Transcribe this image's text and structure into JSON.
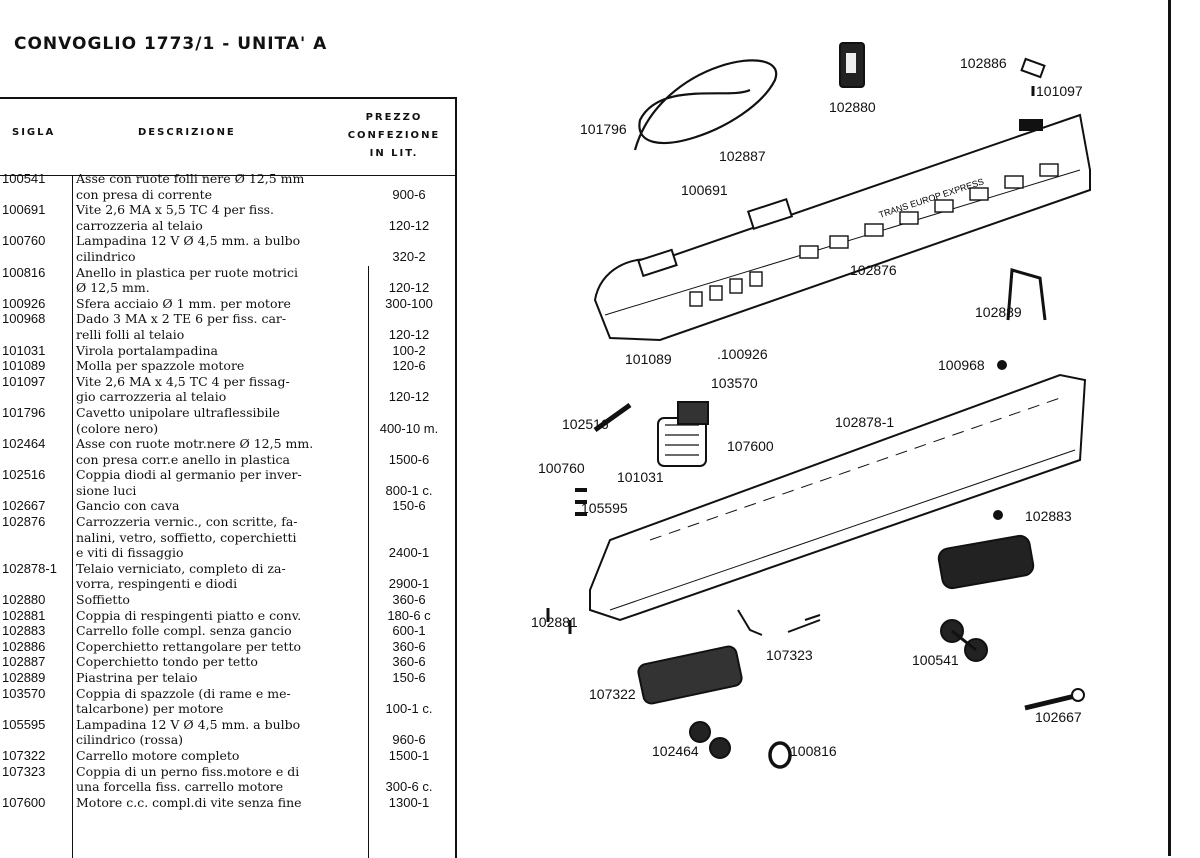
{
  "title": "CONVOGLIO 1773/1 - UNITA' A",
  "table": {
    "headers": {
      "sigla": "SIGLA",
      "descrizione": "DESCRIZIONE",
      "prezzo": "PREZZO\nCONFEZIONE\nIN LIT."
    },
    "rows": [
      {
        "code": "100541",
        "desc": "Asse con ruote folli nere Ø 12,5 mm\ncon presa di corrente",
        "price": "900-6"
      },
      {
        "code": "100691",
        "desc": "Vite 2,6 MA x 5,5 TC 4 per fiss.\ncarrozzeria al telaio",
        "price": "120-12"
      },
      {
        "code": "100760",
        "desc": "Lampadina 12 V Ø 4,5 mm. a bulbo\ncilindrico",
        "price": "320-2"
      },
      {
        "code": "100816",
        "desc": "Anello in plastica per ruote motrici\nØ 12,5 mm.",
        "price": "120-12"
      },
      {
        "code": "100926",
        "desc": "Sfera acciaio Ø 1 mm. per motore",
        "price": "300-100"
      },
      {
        "code": "100968",
        "desc": "Dado 3 MA x 2 TE 6 per fiss. car-\nrelli folli al telaio",
        "price": "120-12"
      },
      {
        "code": "101031",
        "desc": "Virola portalampadina",
        "price": "100-2"
      },
      {
        "code": "101089",
        "desc": "Molla per spazzole motore",
        "price": "120-6"
      },
      {
        "code": "101097",
        "desc": "Vite 2,6 MA x 4,5 TC 4 per fissag-\ngio carrozzeria al telaio",
        "price": "120-12"
      },
      {
        "code": "101796",
        "desc": "Cavetto unipolare ultraflessibile\n(colore nero)",
        "price": "400-10 m."
      },
      {
        "code": "102464",
        "desc": "Asse con ruote motr.nere Ø 12,5 mm.\ncon presa corr.e anello in plastica",
        "price": "1500-6"
      },
      {
        "code": "102516",
        "desc": "Coppia diodi al germanio per inver-\nsione luci",
        "price": "800-1 c."
      },
      {
        "code": "102667",
        "desc": "Gancio con cava",
        "price": "150-6"
      },
      {
        "code": "102876",
        "desc": "Carrozzeria vernic., con scritte, fa-\nnalini, vetro, soffietto, coperchietti\ne viti di fissaggio",
        "price": "2400-1"
      },
      {
        "code": "102878-1",
        "desc": "Telaio verniciato, completo di za-\nvorra, respingenti e diodi",
        "price": "2900-1"
      },
      {
        "code": "102880",
        "desc": "Soffietto",
        "price": "360-6"
      },
      {
        "code": "102881",
        "desc": "Coppia di respingenti piatto e conv.",
        "price": "180-6 c"
      },
      {
        "code": "102883",
        "desc": "Carrello folle compl. senza gancio",
        "price": "600-1"
      },
      {
        "code": "102886",
        "desc": "Coperchietto rettangolare per tetto",
        "price": "360-6"
      },
      {
        "code": "102887",
        "desc": "Coperchietto tondo per tetto",
        "price": "360-6"
      },
      {
        "code": "102889",
        "desc": "Piastrina per telaio",
        "price": "150-6"
      },
      {
        "code": "103570",
        "desc": "Coppia di spazzole (di rame e me-\ntalcarbone) per motore",
        "price": "100-1 c."
      },
      {
        "code": "105595",
        "desc": "Lampadina 12 V Ø 4,5 mm. a bulbo\ncilindrico (rossa)",
        "price": "960-6"
      },
      {
        "code": "107322",
        "desc": "Carrello motore completo",
        "price": "1500-1"
      },
      {
        "code": "107323",
        "desc": "Coppia di un perno fiss.motore e di\nuna forcella fiss. carrello motore",
        "price": "300-6 c."
      },
      {
        "code": "107600",
        "desc": "Motore c.c. compl.di vite senza fine",
        "price": "1300-1"
      }
    ]
  },
  "diagram": {
    "train_text": "TRANS EUROP EXPRESS",
    "callouts": [
      {
        "id": "c101796",
        "text": "101796"
      },
      {
        "id": "c102880",
        "text": "102880"
      },
      {
        "id": "c102886",
        "text": "102886"
      },
      {
        "id": "c101097",
        "text": "101097"
      },
      {
        "id": "c102887",
        "text": "102887"
      },
      {
        "id": "c100691",
        "text": "100691"
      },
      {
        "id": "c102876",
        "text": "102876"
      },
      {
        "id": "c102889",
        "text": "102889"
      },
      {
        "id": "c101089",
        "text": "101089"
      },
      {
        "id": "c100926",
        "text": ".100926"
      },
      {
        "id": "c100968",
        "text": "100968"
      },
      {
        "id": "c103570",
        "text": "103570"
      },
      {
        "id": "c102516",
        "text": "102516"
      },
      {
        "id": "c107600",
        "text": "107600"
      },
      {
        "id": "c102878",
        "text": "102878-1"
      },
      {
        "id": "c100760",
        "text": "100760"
      },
      {
        "id": "c101031",
        "text": "101031"
      },
      {
        "id": "c105595",
        "text": "105595"
      },
      {
        "id": "c102883",
        "text": "102883"
      },
      {
        "id": "c102881",
        "text": "102881"
      },
      {
        "id": "c107323",
        "text": "107323"
      },
      {
        "id": "c100541",
        "text": "100541"
      },
      {
        "id": "c107322",
        "text": "107322"
      },
      {
        "id": "c102667",
        "text": "102667"
      },
      {
        "id": "c102464",
        "text": "102464"
      },
      {
        "id": "c100816",
        "text": "100816"
      }
    ]
  }
}
